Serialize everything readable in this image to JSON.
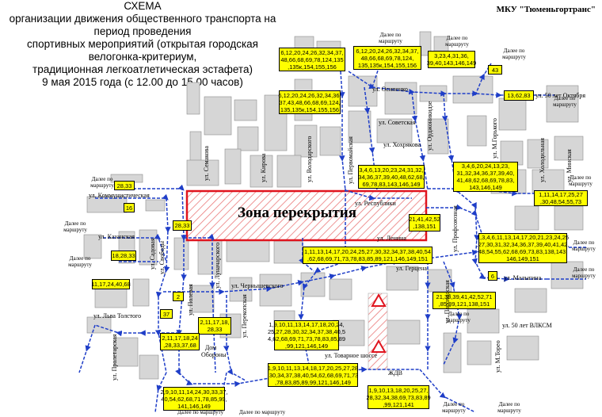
{
  "title": {
    "line1": "СХЕМА",
    "line2": "организации движения общественного транспорта на период проведения",
    "line3": "спортивных мероприятий (открытая городская велогонка-критериум,",
    "line4": "традиционная легкоатлетическая эстафета)",
    "line5": "9 мая 2015 года (с 12.00 до 15.00 часов)"
  },
  "organization": "МКУ \"Тюменьгортранс\"",
  "closure_zone_label": "Зона перекрытия",
  "route_boxes": [
    {
      "id": "b1",
      "text": "6,12,20,24,26,32,34,37, 48,66,68,69,78,124,135 ,135к,154,155,156"
    },
    {
      "id": "b2",
      "text": "6,12,20,24,26,32,34,37, 48,66,68,69,78,124, 135,135к,154,155,156"
    },
    {
      "id": "b3",
      "text": "6,12,20,24,26,32,34,36, 37,43,48,66,68,69,124, 135,135к,154,155,156"
    },
    {
      "id": "b4",
      "text": "3,23,4,31,36, 39,40,143,146,149"
    },
    {
      "id": "b5",
      "text": "43"
    },
    {
      "id": "b6",
      "text": "13,62,83"
    },
    {
      "id": "b7",
      "text": "3,4,6,13,20,23,24,31,32, 34,36,37,39,40,48,62,68, 69,78,83,143,146,149"
    },
    {
      "id": "b8",
      "text": "3,4,6,20,24,13,23, 31,32,34,36,37,39,40, 41,48,62,68,69,78,83, 143,146,149"
    },
    {
      "id": "b9",
      "text": "1,11,14,17,25,27 ,30,48,54,55,73"
    },
    {
      "id": "b10",
      "text": "28,33"
    },
    {
      "id": "b11",
      "text": "16"
    },
    {
      "id": "b12",
      "text": "28,33"
    },
    {
      "id": "b13",
      "text": "18,28,33"
    },
    {
      "id": "b14",
      "text": "11,17,24,40,68"
    },
    {
      "id": "b15",
      "text": "21,41,42,52 ,138,151"
    },
    {
      "id": "b16",
      "text": "1,3,4,6,11,13,14,17,20,21,23,24,25 ,27,30,31,32,34,36,37,39,40,41,42, 48,54,55,62,68,69,73,83,138,143, 146,149,151"
    },
    {
      "id": "b17",
      "text": "1,11,13,14,17,20,24,25,27,30,32,34,37,38,40,54 ,62,68,69,71,73,78,83,85,89,121,146,149,151"
    },
    {
      "id": "b18",
      "text": "6"
    },
    {
      "id": "b19",
      "text": "21,38,39,41,42,52,71 ,85,89,121,138,151"
    },
    {
      "id": "b20",
      "text": "2"
    },
    {
      "id": "b21",
      "text": "37"
    },
    {
      "id": "b22",
      "text": "2,11,17,18, 28,33"
    },
    {
      "id": "b23",
      "text": "2,11,17,18,24 ,28,33,37,68"
    },
    {
      "id": "b24",
      "text": "1,9,10,11,13,14,17,18,20,24, 25,27,28,30,32,34,37,38,40,5 4,62,68,69,71,73,78,83,85,89 ,99,121,146,149"
    },
    {
      "id": "b25",
      "text": "1,9,10,11,13,14,18,17,20,25,27,28 ,30,34,37,38,40,54,62,68,69,71,73 ,78,83,85,89,99,121,146,149"
    },
    {
      "id": "b26",
      "text": "2,9,10,11,14,24,30,33,37, 40,54,62,68,71,78,85,99, 141,146,149"
    },
    {
      "id": "b27",
      "text": "1,9,10,13,18,20,25,27, 28,32,34,38,69,73,83,89 ,99,121,141"
    }
  ],
  "streets": [
    {
      "id": "s1",
      "text": "ул. Осипенко"
    },
    {
      "id": "s2",
      "text": "ул. 50 лет Октября"
    },
    {
      "id": "s3",
      "text": "ул. Советская"
    },
    {
      "id": "s4",
      "text": "ул. Хохрякова"
    },
    {
      "id": "s5",
      "text": "ул. Орджоникидзе"
    },
    {
      "id": "s6",
      "text": "ул. М.Горького"
    },
    {
      "id": "s7",
      "text": "ул. Холодильная"
    },
    {
      "id": "s8",
      "text": "ул. Минская"
    },
    {
      "id": "s9",
      "text": "ул. Семакова"
    },
    {
      "id": "s10",
      "text": "ул. Кирова"
    },
    {
      "id": "s11",
      "text": "ул. Володарского"
    },
    {
      "id": "s12",
      "text": "ул. Первомайская"
    },
    {
      "id": "s13",
      "text": "ул. Коммунистическая"
    },
    {
      "id": "s14",
      "text": "ул. Республики"
    },
    {
      "id": "s15",
      "text": "ул. Ленина"
    },
    {
      "id": "s16",
      "text": "ул. Профсоюзная"
    },
    {
      "id": "s17",
      "text": "ул. Казанская"
    },
    {
      "id": "s18",
      "text": "ул. Садовая"
    },
    {
      "id": "s19",
      "text": "ул. Свободы"
    },
    {
      "id": "s20",
      "text": "ул. Луначарского"
    },
    {
      "id": "s21",
      "text": "ул. Камышинская"
    },
    {
      "id": "s22",
      "text": "ул. Герцена"
    },
    {
      "id": "s23",
      "text": "ул. Малыгина"
    },
    {
      "id": "s24",
      "text": "ул. Полевая"
    },
    {
      "id": "s25",
      "text": "ул. Чернышевского"
    },
    {
      "id": "s26",
      "text": "ул. Перекопская"
    },
    {
      "id": "s27",
      "text": "ул. Пароходская"
    },
    {
      "id": "s28",
      "text": "ул. Льва Толстого"
    },
    {
      "id": "s29",
      "text": "ул. 50 лет ВЛКСМ"
    },
    {
      "id": "s30",
      "text": "ул. Пролетарская"
    },
    {
      "id": "s31",
      "text": "ул. Товарное шоссе"
    },
    {
      "id": "s32",
      "text": "ул. М.Торео"
    },
    {
      "id": "s33",
      "text": "ЖДВ"
    },
    {
      "id": "s34",
      "text": "Дом Обороны"
    }
  ],
  "notes": [
    {
      "id": "n1",
      "text": "Далее по маршруту"
    },
    {
      "id": "n2",
      "text": "Далее по маршруту"
    },
    {
      "id": "n3",
      "text": "Далее по маршруту"
    },
    {
      "id": "n4",
      "text": "Далее по маршруту"
    },
    {
      "id": "n5",
      "text": "Далее по маршруту"
    },
    {
      "id": "n6",
      "text": "Далее по маршруту"
    },
    {
      "id": "n7",
      "text": "Далее по маршруту"
    },
    {
      "id": "n8",
      "text": "Далее по маршруту"
    },
    {
      "id": "n9",
      "text": "Далее по маршруту"
    },
    {
      "id": "n10",
      "text": "Далее по маршруту"
    },
    {
      "id": "n11",
      "text": "Далее по маршруту"
    },
    {
      "id": "n12",
      "text": "Далее по маршруту"
    },
    {
      "id": "n13",
      "text": "Далее по маршруту"
    },
    {
      "id": "n14",
      "text": "Далее по маршруту"
    },
    {
      "id": "n15",
      "text": "Далее по маршруту"
    }
  ],
  "colors": {
    "route_box": "#ffff00",
    "route_line": "#1f3ec8",
    "closure_border": "#e0141e",
    "building": "#d6d6d6",
    "warning_sign": "#e0141e"
  }
}
